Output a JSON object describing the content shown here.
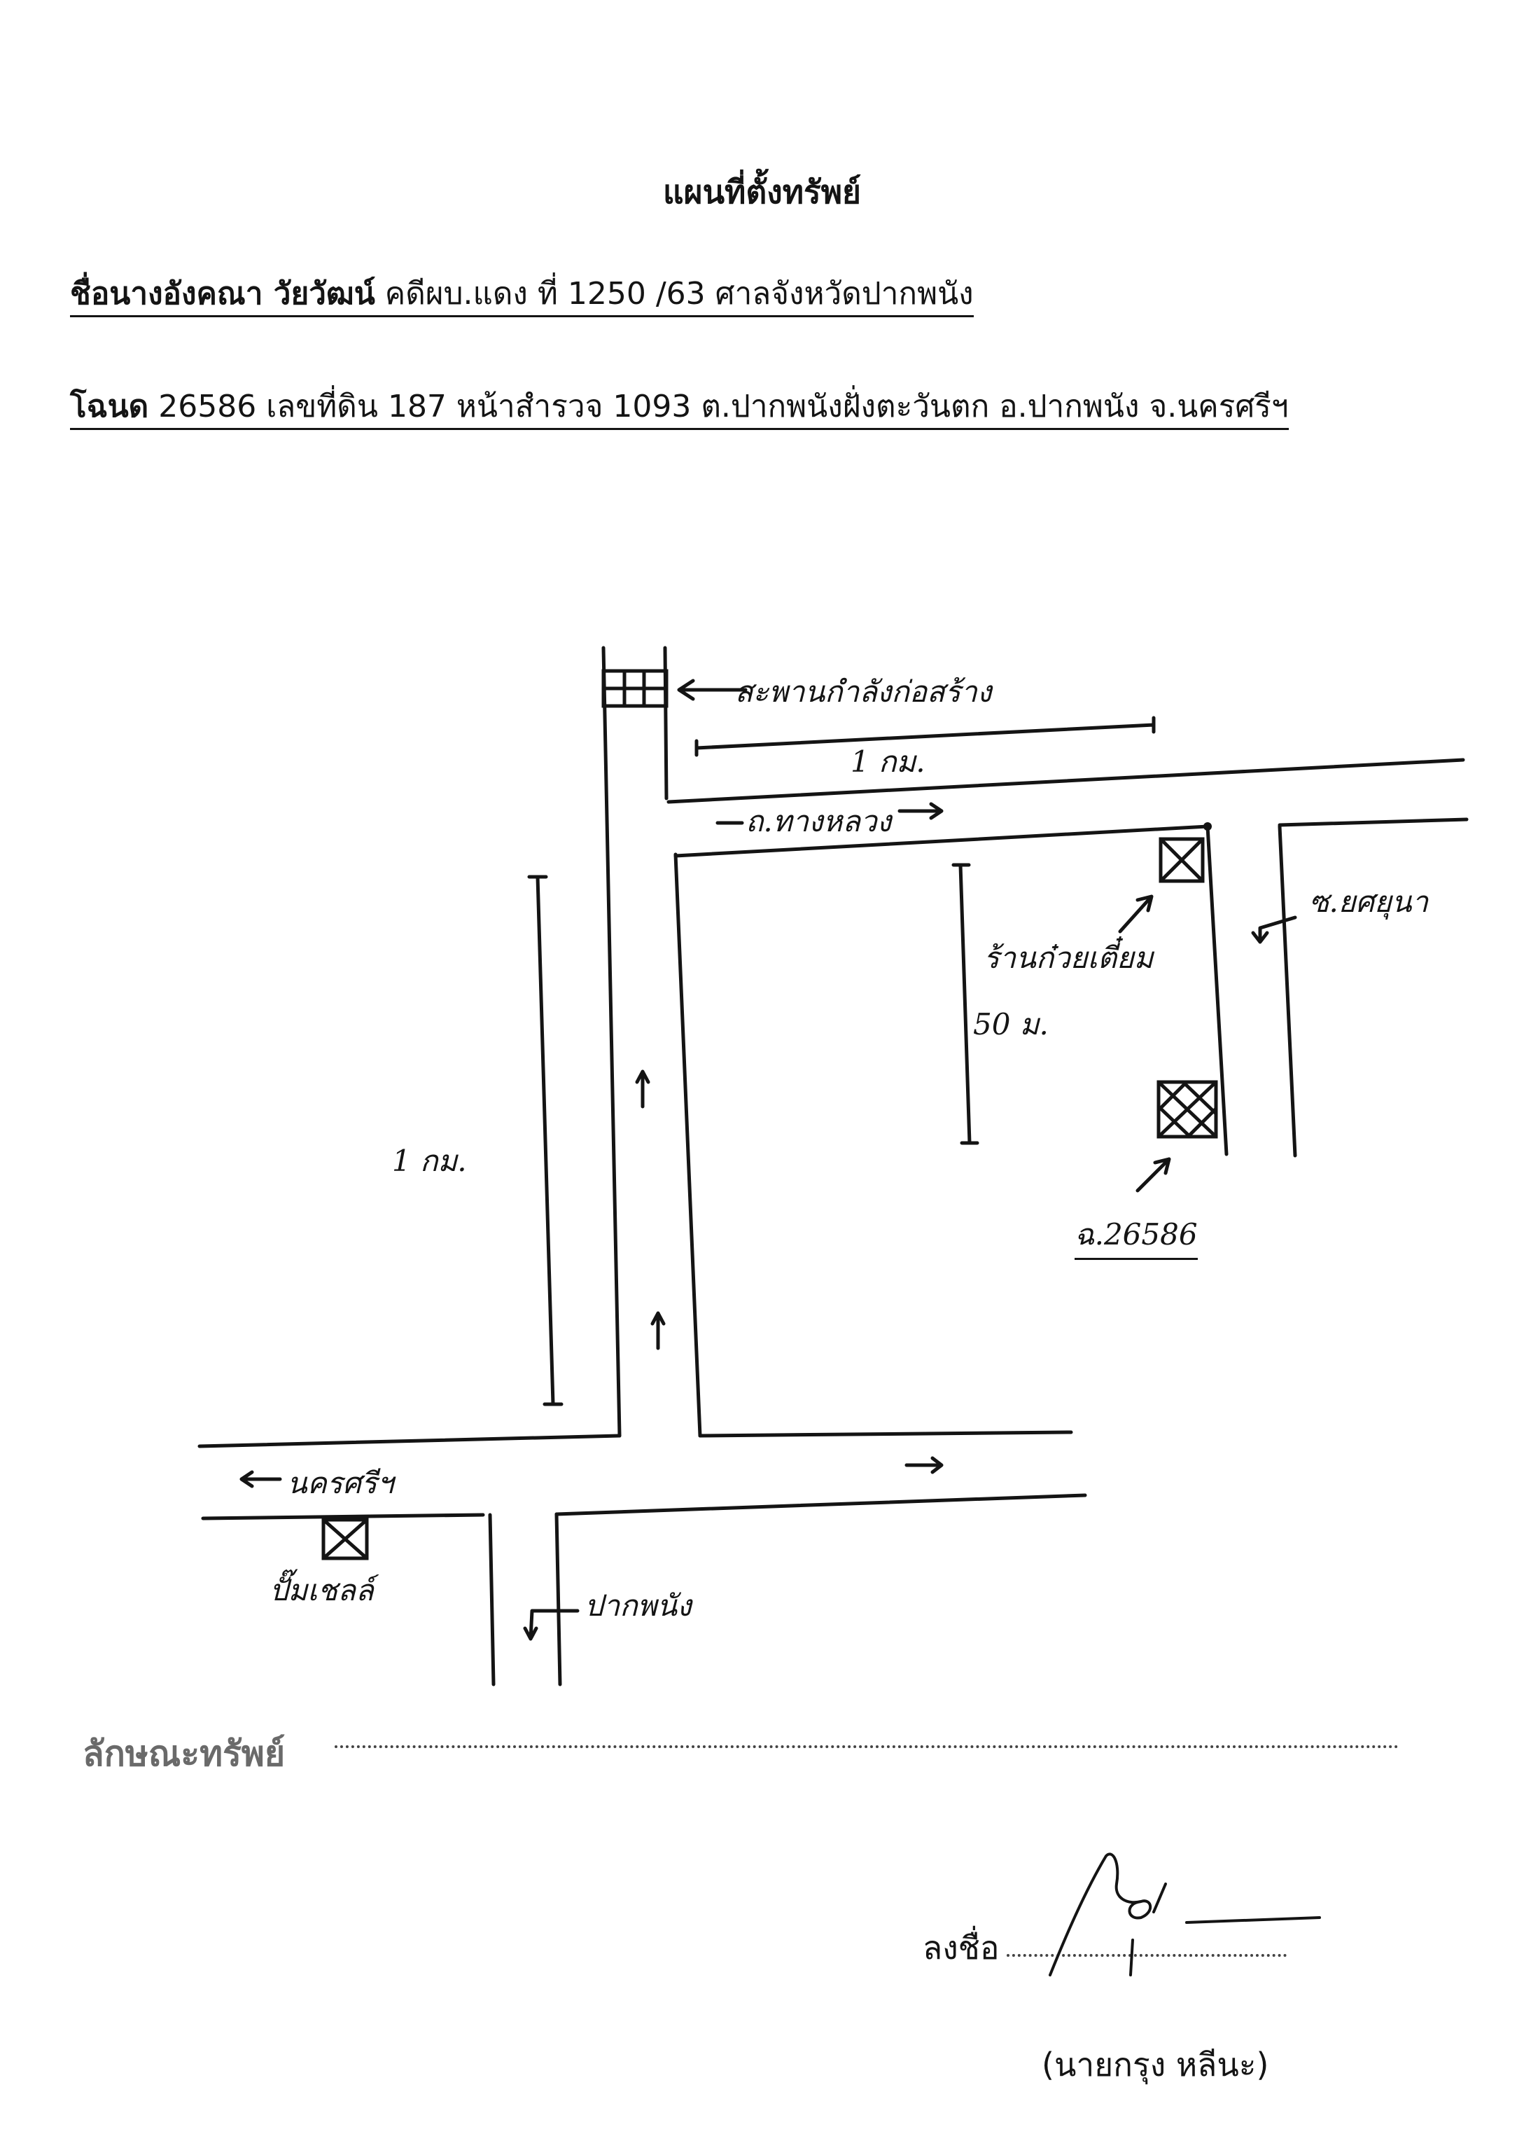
{
  "document": {
    "title": "แผนที่ตั้งทรัพย์",
    "name_line": {
      "label": "ชื่อนางอังคณา วัยวัฒน์",
      "rest": "คดีผบ.แดง ที่ 1250 /63 ศาลจังหวัดปากพนัง"
    },
    "deed_line": {
      "label": "โฉนด",
      "rest": "26586 เลขที่ดิน 187  หน้าสำรวจ 1093  ต.ปากพนังฝั่งตะวันตก อ.ปากพนัง จ.นครศรีฯ"
    }
  },
  "map": {
    "bridge_label": "สะพานกำลังก่อสร้าง",
    "dist_top": "1 กม.",
    "road_top": "ถ.ทางหลวง",
    "shop_label": "ร้านก๋วยเตี๋ยม",
    "dist_side": "50 ม.",
    "soi_label": "ซ.ยศยุนา",
    "dist_left": "1 กม.",
    "parcel_label": "ฉ.26586",
    "nakhon_label": "นครศรีฯ",
    "shell_label": "ปั๊มเชลล์",
    "pakphanang_label": "ปากพนัง"
  },
  "footer": {
    "property_label": "ลักษณะทรัพย์",
    "sign_label": "ลงชื่อ",
    "signer": "(นายกรุง    หลีนะ)"
  }
}
